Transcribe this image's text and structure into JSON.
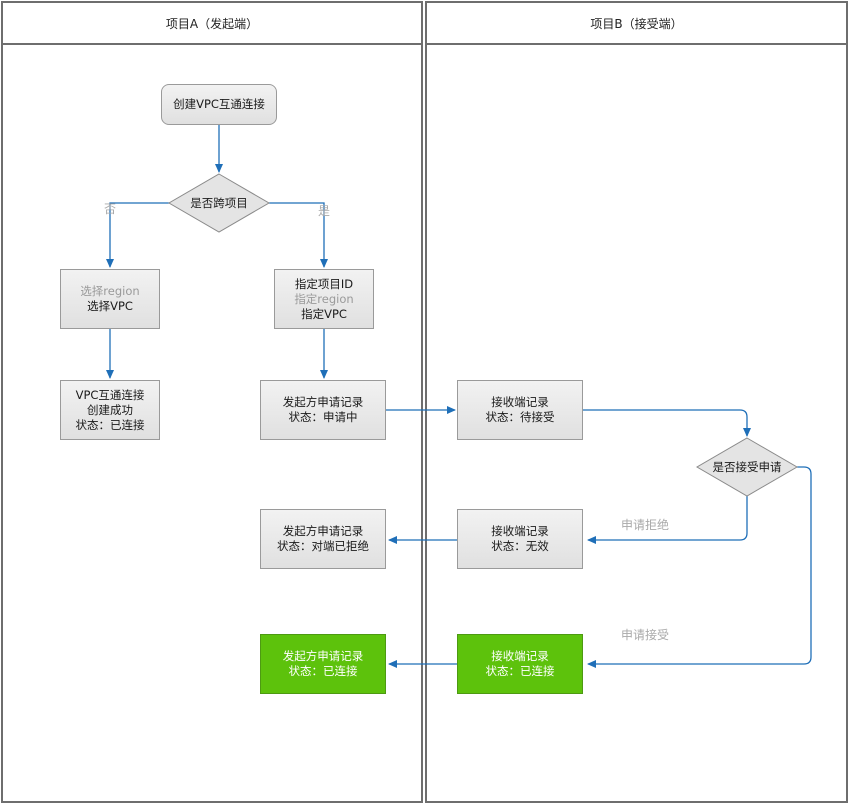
{
  "lanes": {
    "a": {
      "title": "项目A（发起端）"
    },
    "b": {
      "title": "项目B（接受端）"
    }
  },
  "nodes": {
    "create": "创建VPC互通连接",
    "cross_project": "是否跨项目",
    "select_region_line1": "选择region",
    "select_region_line2": "选择VPC",
    "specify_line1": "指定项目ID",
    "specify_line2": "指定region",
    "specify_line3": "指定VPC",
    "success_line1": "VPC互通连接",
    "success_line2": "创建成功",
    "success_line3": "状态：已连接",
    "initiator_pending_line1": "发起方申请记录",
    "initiator_pending_line2": "状态：申请中",
    "receiver_pending_line1": "接收端记录",
    "receiver_pending_line2": "状态：待接受",
    "accept_decision": "是否接受申请",
    "initiator_rejected_line1": "发起方申请记录",
    "initiator_rejected_line2": "状态：对端已拒绝",
    "receiver_invalid_line1": "接收端记录",
    "receiver_invalid_line2": "状态：无效",
    "initiator_connected_line1": "发起方申请记录",
    "initiator_connected_line2": "状态：已连接",
    "receiver_connected_line1": "接收端记录",
    "receiver_connected_line2": "状态：已连接"
  },
  "edge_labels": {
    "no": "否",
    "yes": "是",
    "reject": "申请拒绝",
    "accept": "申请接受"
  },
  "colors": {
    "connector": "#1f6fb8",
    "lane_border": "#6e6e6e",
    "success_fill": "#5dc20c",
    "muted_text": "#9a9a9a"
  }
}
